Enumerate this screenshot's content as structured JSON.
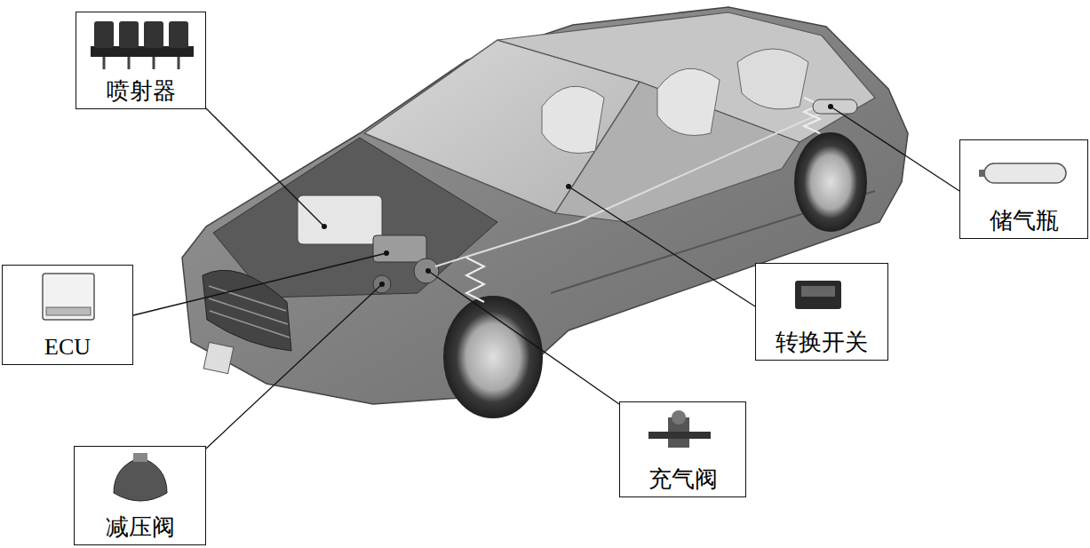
{
  "diagram": {
    "nodes": [
      {
        "text": [
          "喷射器"
        ]
      },
      {
        "text": [
          "储气瓶"
        ]
      },
      {
        "text": [
          "ECU"
        ]
      },
      {
        "text": [
          "转换开关"
        ]
      },
      {
        "text": [
          "充气阀"
        ]
      },
      {
        "text": [
          "减压阀"
        ]
      }
    ]
  }
}
